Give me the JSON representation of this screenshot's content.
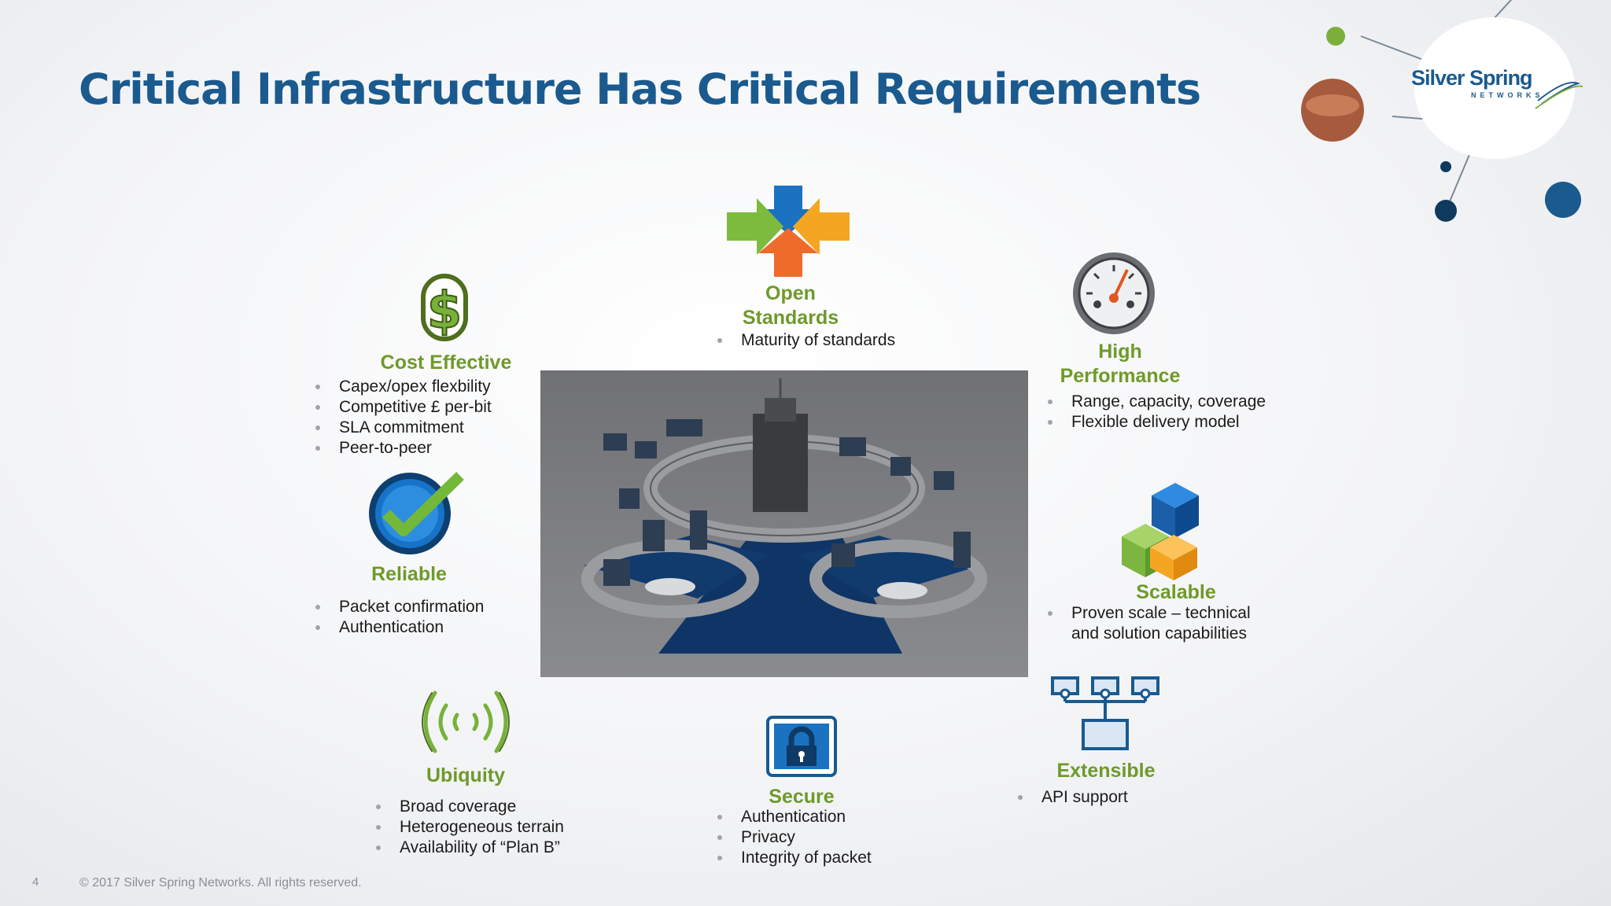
{
  "title": "Critical Infrastructure Has Critical Requirements",
  "logo": {
    "name": "Silver Spring",
    "sub": "NETWORKS"
  },
  "features": {
    "open_standards": {
      "title_line1": "Open",
      "title_line2": "Standards",
      "bullets": [
        "Maturity of standards"
      ]
    },
    "cost_effective": {
      "title": "Cost Effective",
      "bullets": [
        "Capex/opex flexbility",
        "Competitive £ per-bit",
        "SLA commitment",
        "Peer-to-peer"
      ]
    },
    "high_performance": {
      "title_line1": "High",
      "title_line2": "Performance",
      "bullets": [
        "Range, capacity, coverage",
        "Flexible delivery model"
      ]
    },
    "reliable": {
      "title": "Reliable",
      "bullets": [
        "Packet confirmation",
        "Authentication"
      ]
    },
    "scalable": {
      "title": "Scalable",
      "bullets": [
        "Proven scale – technical",
        "and solution capabilities"
      ]
    },
    "ubiquity": {
      "title": "Ubiquity",
      "bullets": [
        "Broad coverage",
        "Heterogeneous terrain",
        "Availability of “Plan B”"
      ]
    },
    "secure": {
      "title": "Secure",
      "bullets": [
        "Authentication",
        "Privacy",
        "Integrity of packet"
      ]
    },
    "extensible": {
      "title": "Extensible",
      "bullets": [
        "API support"
      ]
    }
  },
  "icons": {
    "open_standards": "four-arrows-icon",
    "cost_effective": "dollar-sign-icon",
    "high_performance": "speedometer-icon",
    "reliable": "checkmark-badge-icon",
    "scalable": "stacked-cubes-icon",
    "ubiquity": "wireless-signal-icon",
    "secure": "padlock-icon",
    "extensible": "network-tree-icon"
  },
  "colors": {
    "title_blue": "#1a5a8e",
    "feature_green": "#6e9a2a",
    "arrow_blue": "#1a72c0",
    "arrow_green": "#7dbb3e",
    "arrow_yellow": "#f4a623",
    "arrow_orange": "#ef6b2a"
  },
  "footer": {
    "page_number": "4",
    "copyright": "© 2017 Silver Spring Networks.  All rights reserved."
  }
}
